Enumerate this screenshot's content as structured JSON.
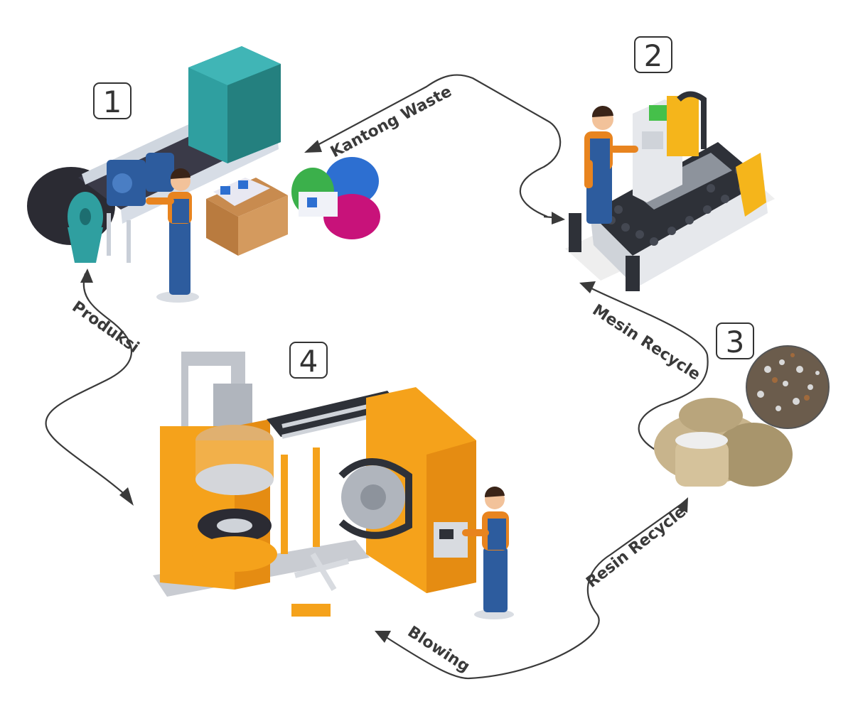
{
  "steps": [
    {
      "number": "1"
    },
    {
      "number": "2"
    },
    {
      "number": "3"
    },
    {
      "number": "4"
    }
  ],
  "flows": {
    "kantong_waste": "Kantong Waste",
    "mesin_recycle": "Mesin Recycle",
    "resin_recycle": "Resin Recycle",
    "blowing": "Blowing",
    "produksi": "Produksi"
  },
  "colors": {
    "accent_orange": "#f5a21b",
    "machine_teal": "#2f9fa0",
    "worker_blue": "#2d5c9e",
    "worker_orange": "#e8841f",
    "arrow": "#3a3a3a"
  }
}
